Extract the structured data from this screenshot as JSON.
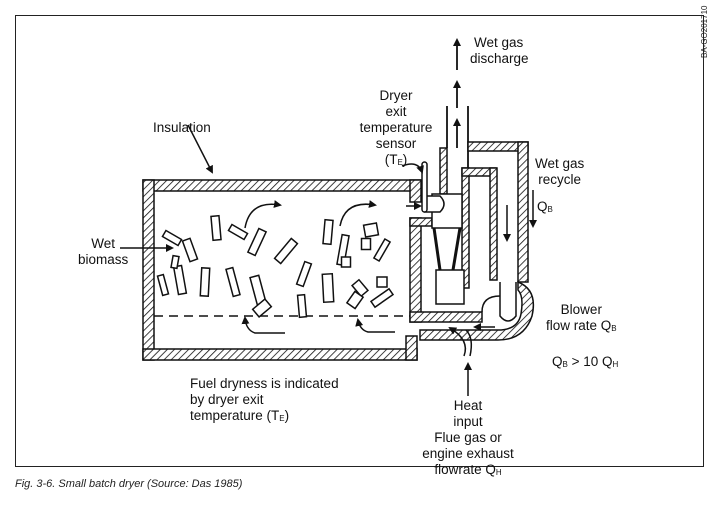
{
  "figure": {
    "caption": "Fig. 3-6.  Small batch dryer (Source: Das 1985)",
    "code": "BA-GO201710"
  },
  "labels": {
    "insulation": "Insulation",
    "wet_biomass": [
      "Wet",
      "biomass"
    ],
    "wet_gas_discharge": [
      "Wet gas",
      "discharge"
    ],
    "sensor": [
      "Dryer",
      "exit",
      "temperature",
      "sensor"
    ],
    "sensor_symbol": {
      "base": "(T",
      "sub": "E",
      "tail": ")"
    },
    "wet_gas_recycle": [
      "Wet gas",
      "recycle"
    ],
    "recycle_flow": {
      "base": "Q",
      "sub": "B"
    },
    "blower": {
      "line1": "Blower",
      "line2": "flow rate Q",
      "sub": "B"
    },
    "relation": {
      "a": "Q",
      "a_sub": "B",
      "op": " > 10 Q",
      "b_sub": "H"
    },
    "fuel_dryness": [
      "Fuel dryness is indicated",
      "by dryer exit",
      "temperature (T"
    ],
    "fuel_dryness_sub": "E",
    "fuel_dryness_tail": ")",
    "heat_input": [
      "Heat",
      "input",
      "Flue gas or",
      "engine exhaust",
      "flowrate Q"
    ],
    "heat_input_sub": "H"
  },
  "biomass_pieces": 26
}
